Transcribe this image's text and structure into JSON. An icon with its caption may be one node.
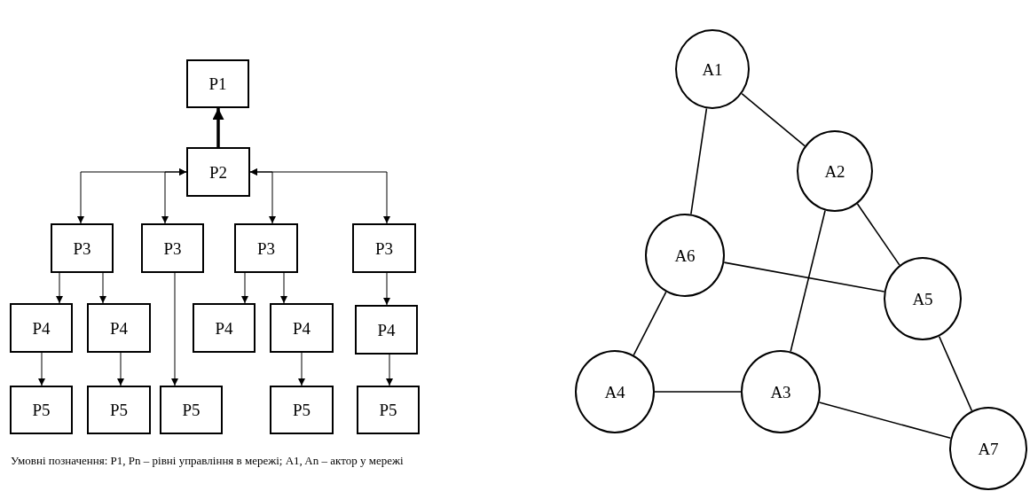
{
  "diagram": {
    "caption": "Умовні позначення: P1, Pn – рівні управління в мережі; A1, An – актор у мережі",
    "nodes": [
      {
        "text": [
          "P1"
        ]
      },
      {
        "text": [
          "P2"
        ]
      },
      {
        "text": [
          "P3"
        ]
      },
      {
        "text": [
          "P3"
        ]
      },
      {
        "text": [
          "P3"
        ]
      },
      {
        "text": [
          "P3"
        ]
      },
      {
        "text": [
          "P4"
        ]
      },
      {
        "text": [
          "P4"
        ]
      },
      {
        "text": [
          "P4"
        ]
      },
      {
        "text": [
          "P4"
        ]
      },
      {
        "text": [
          "P4"
        ]
      },
      {
        "text": [
          "P5"
        ]
      },
      {
        "text": [
          "P5"
        ]
      },
      {
        "text": [
          "P5"
        ]
      },
      {
        "text": [
          "P5"
        ]
      },
      {
        "text": [
          "P5"
        ]
      },
      {
        "text": [
          "A1"
        ]
      },
      {
        "text": [
          "A2"
        ]
      },
      {
        "text": [
          "A6"
        ]
      },
      {
        "text": [
          "A5"
        ]
      },
      {
        "text": [
          "A4"
        ]
      },
      {
        "text": [
          "A3"
        ]
      },
      {
        "text": [
          "A7"
        ]
      }
    ],
    "edges": [
      {
        "from": 1,
        "to": 0,
        "arrow": "to",
        "style": "thick"
      },
      {
        "from": 1,
        "to": 2,
        "arrow": "both"
      },
      {
        "from": 1,
        "to": 3,
        "arrow": "both"
      },
      {
        "from": 1,
        "to": 4,
        "arrow": "both"
      },
      {
        "from": 1,
        "to": 5,
        "arrow": "both"
      },
      {
        "from": 2,
        "to": 6,
        "arrow": "to"
      },
      {
        "from": 2,
        "to": 7,
        "arrow": "to"
      },
      {
        "from": 3,
        "to": 13,
        "arrow": "to"
      },
      {
        "from": 4,
        "to": 8,
        "arrow": "to"
      },
      {
        "from": 4,
        "to": 9,
        "arrow": "to"
      },
      {
        "from": 5,
        "to": 10,
        "arrow": "to"
      },
      {
        "from": 6,
        "to": 11,
        "arrow": "to"
      },
      {
        "from": 7,
        "to": 12,
        "arrow": "to"
      },
      {
        "from": 9,
        "to": 14,
        "arrow": "to"
      },
      {
        "from": 10,
        "to": 15,
        "arrow": "to"
      },
      {
        "from": 16,
        "to": 18,
        "arrow": "none"
      },
      {
        "from": 16,
        "to": 17,
        "arrow": "none"
      },
      {
        "from": 17,
        "to": 19,
        "arrow": "none"
      },
      {
        "from": 18,
        "to": 19,
        "arrow": "none"
      },
      {
        "from": 17,
        "to": 21,
        "arrow": "none"
      },
      {
        "from": 18,
        "to": 20,
        "arrow": "none"
      },
      {
        "from": 20,
        "to": 21,
        "arrow": "none"
      },
      {
        "from": 21,
        "to": 22,
        "arrow": "none"
      },
      {
        "from": 19,
        "to": 22,
        "arrow": "none"
      }
    ]
  }
}
